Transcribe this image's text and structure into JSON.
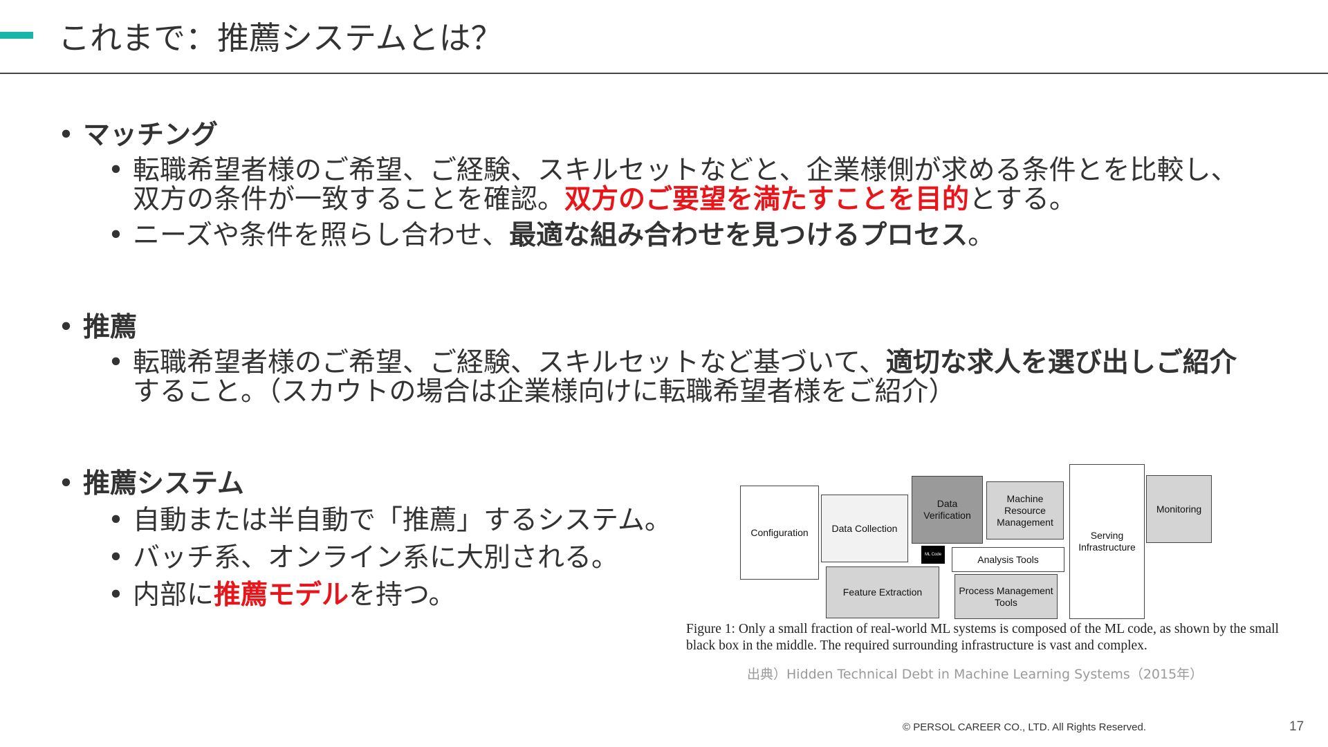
{
  "slide": {
    "title": "これまで：推薦システムとは？",
    "page_number": "17",
    "copyright": "© PERSOL CAREER CO., LTD. All Rights Reserved.",
    "accent_color": "#19b5a8",
    "highlight_color": "#e8161b"
  },
  "sections": [
    {
      "heading": "マッチング",
      "bullets": [
        {
          "line1": "転職希望者様のご希望、ご経験、スキルセットなどと、企業様側が求める条件とを比較し、",
          "line2_pre": "双方の条件が一致することを確認。",
          "line2_red": "双方のご要望を満たすことを目的",
          "line2_post": "とする。"
        },
        {
          "pre": "ニーズや条件を照らし合わせ、",
          "bold": "最適な組み合わせを見つけるプロセス",
          "post": "。"
        }
      ]
    },
    {
      "heading": "推薦",
      "bullets": [
        {
          "line1_pre": "転職希望者様のご希望、ご経験、スキルセットなど基づいて、",
          "line1_bold": "適切な求人を選び出しご紹介",
          "line2": "すること。（スカウトの場合は企業様向けに転職希望者様をご紹介）"
        }
      ]
    },
    {
      "heading": "推薦システム",
      "bullets": [
        {
          "text": "自動または半自動で「推薦」するシステム。"
        },
        {
          "text": "バッチ系、オンライン系に大別される。"
        },
        {
          "pre": "内部に",
          "red": "推薦モデル",
          "post": "を持つ。"
        }
      ]
    }
  ],
  "figure": {
    "boxes": {
      "configuration": "Configuration",
      "data_collection": "Data Collection",
      "data_verification": "Data Verification",
      "machine_resource_management": "Machine Resource Management",
      "serving_infrastructure": "Serving Infrastructure",
      "monitoring": "Monitoring",
      "ml_code": "ML Code",
      "analysis_tools": "Analysis Tools",
      "feature_extraction": "Feature Extraction",
      "process_management_tools": "Process Management Tools"
    },
    "caption": "Figure 1: Only a small fraction of real-world ML systems is composed of the ML code, as shown by the small black box in the middle. The required surrounding infrastructure is vast and complex.",
    "source": "出典）Hidden Technical Debt in Machine Learning Systems（2015年）"
  }
}
